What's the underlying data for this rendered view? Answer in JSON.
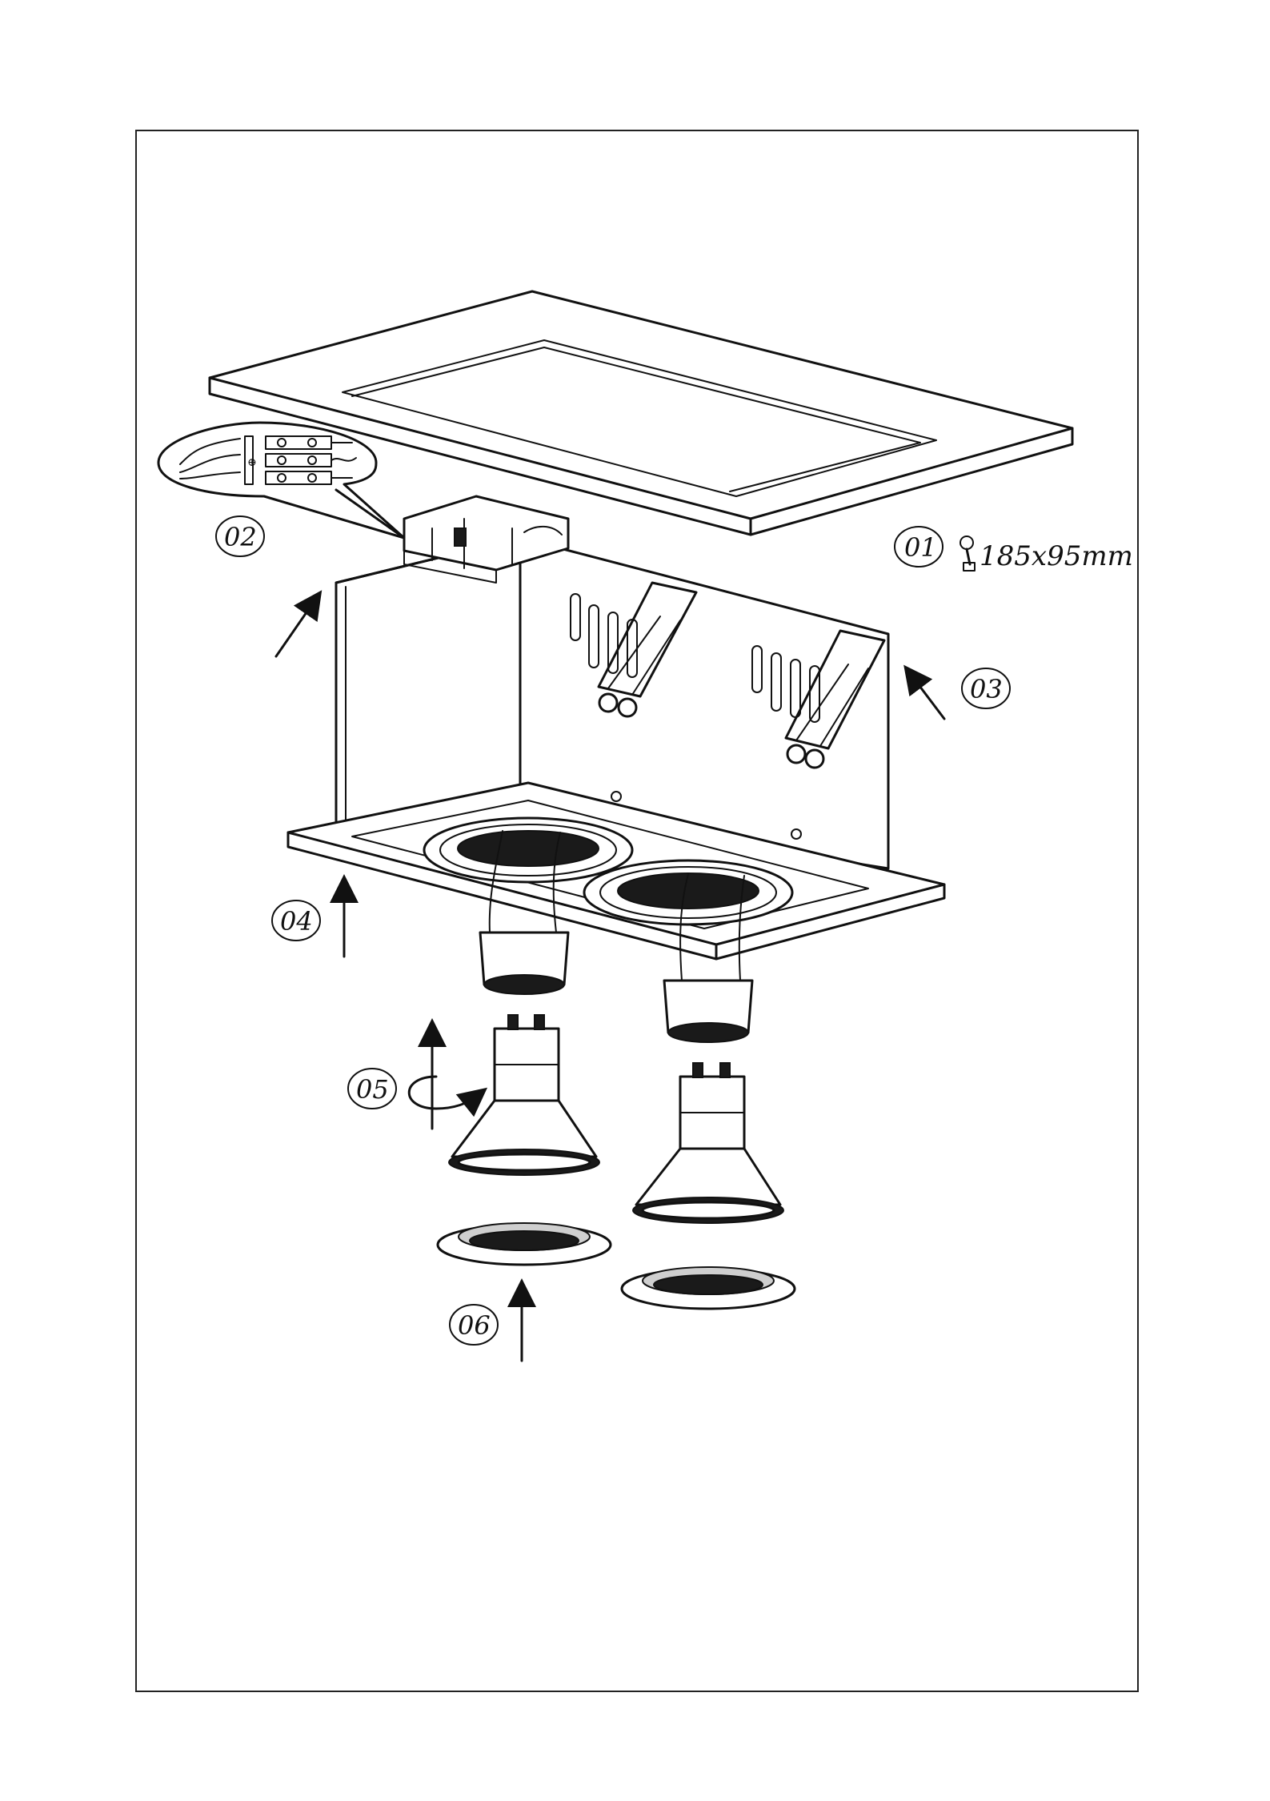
{
  "steps": [
    {
      "label": "01",
      "note": "185x95mm"
    },
    {
      "label": "02"
    },
    {
      "label": "03"
    },
    {
      "label": "04"
    },
    {
      "label": "05"
    },
    {
      "label": "06"
    }
  ],
  "icons": {
    "cutout": "hole-saw-icon",
    "rotate": "rotate-arrow-icon",
    "insert": "up-arrow-icon",
    "wiring": "terminal-block-icon"
  }
}
